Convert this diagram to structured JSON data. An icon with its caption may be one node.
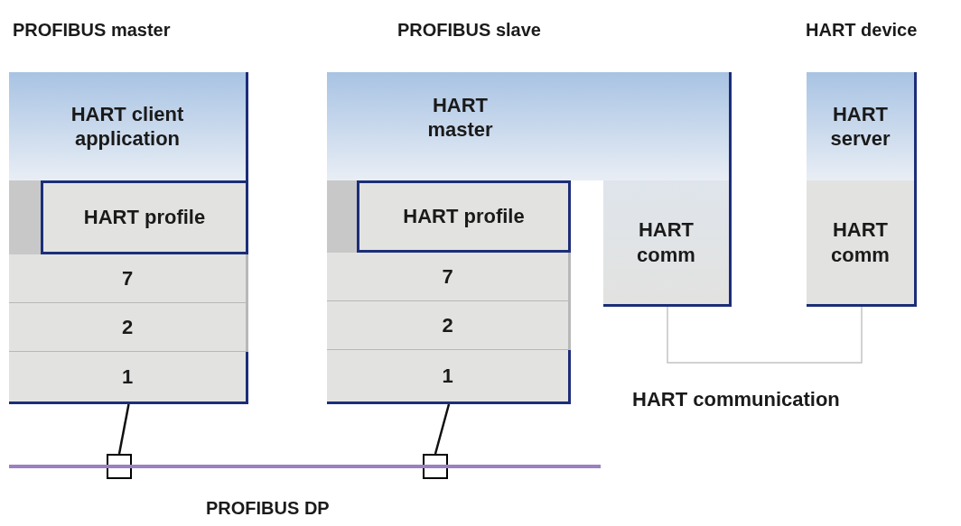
{
  "diagram": {
    "nodes": [
      {
        "text": [
          "HART client application"
        ]
      },
      {
        "text": [
          "HART profile"
        ]
      },
      {
        "text": [
          "7"
        ]
      },
      {
        "text": [
          "2"
        ]
      },
      {
        "text": [
          "1"
        ]
      },
      {
        "text": [
          "HART master"
        ]
      },
      {
        "text": [
          "HART profile"
        ]
      },
      {
        "text": [
          "7"
        ]
      },
      {
        "text": [
          "2"
        ]
      },
      {
        "text": [
          "1"
        ]
      },
      {
        "text": [
          "HART comm"
        ]
      },
      {
        "text": [
          "HART server"
        ]
      },
      {
        "text": [
          "HART comm"
        ]
      },
      {
        "text": [],
        "shape": "box"
      },
      {
        "text": [],
        "shape": "box"
      },
      {
        "text": [],
        "shape": "bar"
      },
      {
        "text": [],
        "shape": "bar"
      },
      {
        "text": [],
        "shape": "bar"
      }
    ],
    "edges": [
      {
        "from": 4,
        "to": 13,
        "arrow": "none"
      },
      {
        "from": 9,
        "to": 14,
        "arrow": "none"
      },
      {
        "from": 10,
        "to": 12,
        "arrow": "none",
        "color": "#c4c4c4",
        "label": "HART communication"
      }
    ],
    "labels": [
      "PROFIBUS master",
      "PROFIBUS slave",
      "HART device",
      "PROFIBUS DP"
    ]
  }
}
